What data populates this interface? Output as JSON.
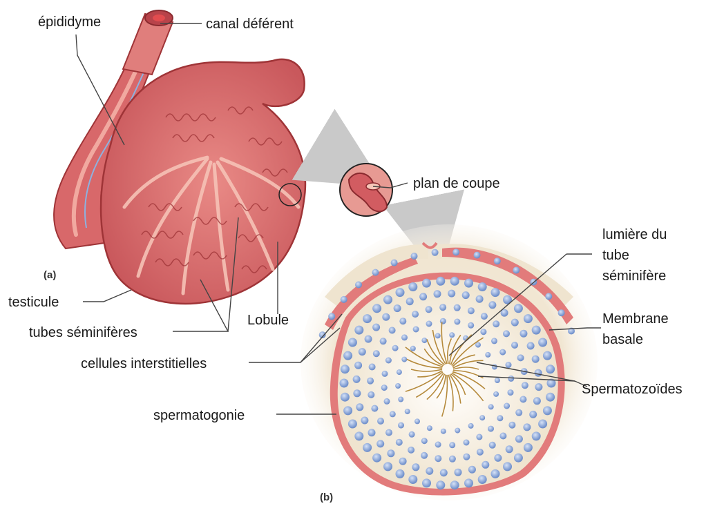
{
  "panels": {
    "a": "(a)",
    "b": "(b)"
  },
  "labels": {
    "epididyme": "épididyme",
    "canal_deferent": "canal déférent",
    "plan_de_coupe": "plan de coupe",
    "lumiere_1": "lumière du",
    "lumiere_2": "tube",
    "lumiere_3": "séminifère",
    "testicule": "testicule",
    "tubes_seminiferes": "tubes séminifères",
    "lobule": "Lobule",
    "membrane_1": "Membrane",
    "membrane_2": "basale",
    "cellules_interstitielles": "cellules interstitielles",
    "spermatozoides": "Spermatozoïdes",
    "spermatogonie": "spermatogonie"
  },
  "colors": {
    "tissue": "#d9696b",
    "tissue_dark": "#a83a3d",
    "tissue_light": "#f3b6a8",
    "membrane": "#e27b7b",
    "cytoplasm": "#efe4cf",
    "nucleus": "#8aa6d6",
    "sperm": "#b58a3c",
    "arrow": "#c9c9c9"
  }
}
